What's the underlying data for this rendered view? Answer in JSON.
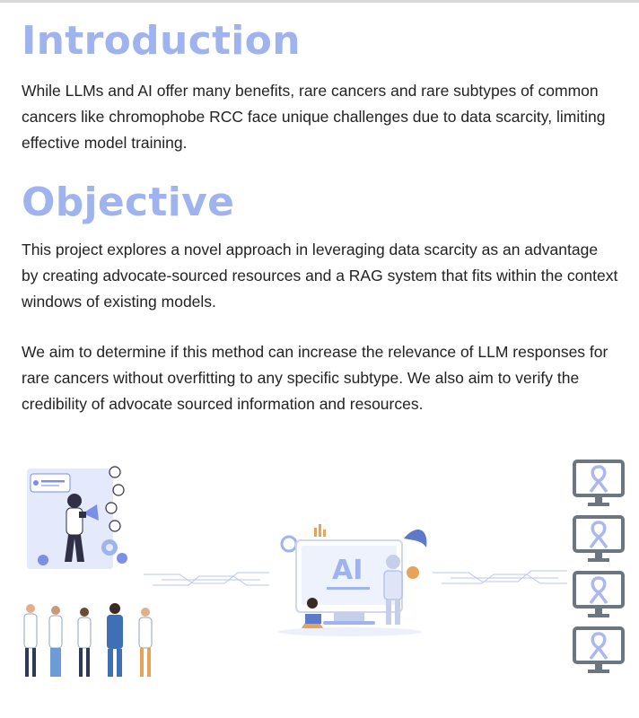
{
  "introduction": {
    "heading": "Introduction",
    "text": "While LLMs and AI offer many benefits, rare cancers and rare subtypes of common cancers like chromophobe RCC face unique challenges due to data scarcity, limiting effective model training."
  },
  "objective": {
    "heading": "Objective",
    "paragraph1": "This project explores a novel approach in leveraging data scarcity as an advantage by creating advocate-sourced resources and a RAG system that fits within the context windows of existing models.",
    "paragraph2": "We aim to determine if this method can increase the relevance of LLM responses for rare cancers without overfitting to any specific subtype. We also aim to verify the credibility of advocate sourced information and resources."
  },
  "illustration": {
    "screen_label": "AI",
    "colors": {
      "heading": "#9fb3ee",
      "accent_blue": "#7b8fe6",
      "monitor_gray": "#6d7680",
      "ribbon": "#aab8ef"
    }
  }
}
